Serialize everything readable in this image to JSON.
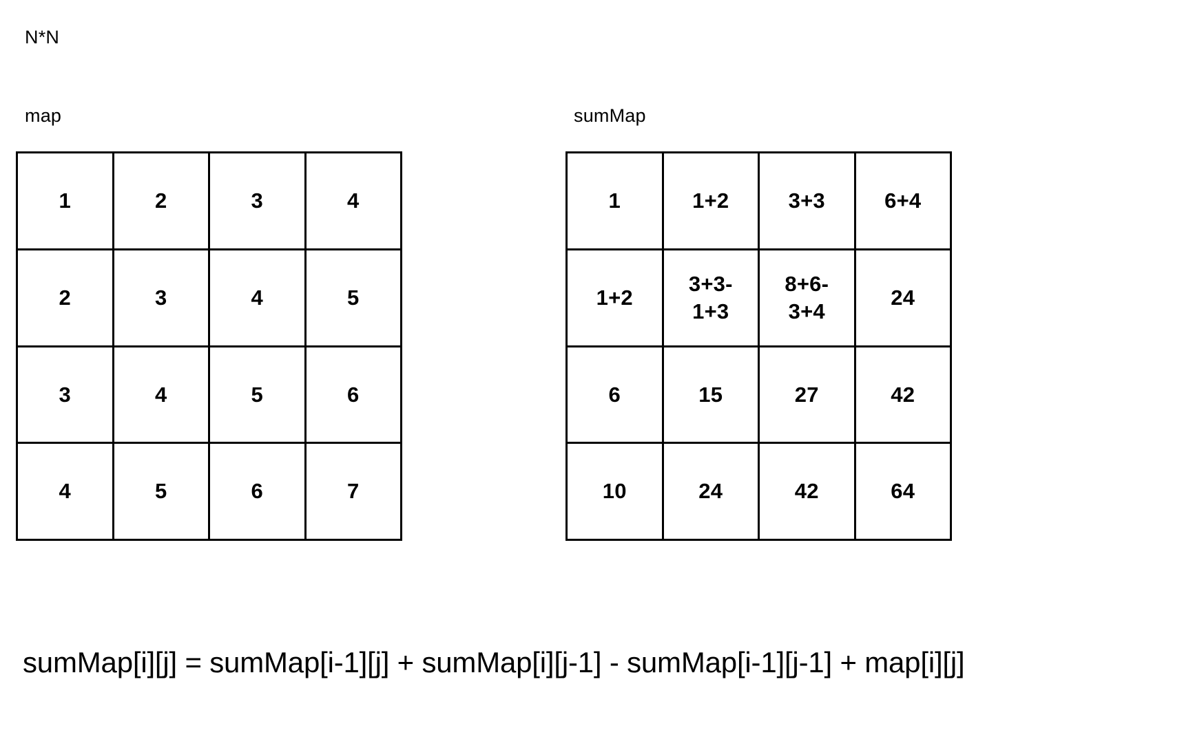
{
  "diagram": {
    "header_label": "N*N",
    "formula": "sumMap[i][j] = sumMap[i-1][j] + sumMap[i][j-1] - sumMap[i-1][j-1] + map[i][j]",
    "colors": {
      "background": "#ffffff",
      "text": "#000000",
      "grid_line": "#000000"
    },
    "grids": [
      {
        "label": "map",
        "rows": 4,
        "cols": 4,
        "cells": [
          "1",
          "2",
          "3",
          "4",
          "2",
          "3",
          "4",
          "5",
          "3",
          "4",
          "5",
          "6",
          "4",
          "5",
          "6",
          "7"
        ]
      },
      {
        "label": "sumMap",
        "rows": 4,
        "cols": 4,
        "cells": [
          "1",
          "1+2",
          "3+3",
          "6+4",
          "1+2",
          "3+3-\n1+3",
          "8+6-\n3+4",
          "24",
          "6",
          "15",
          "27",
          "42",
          "10",
          "24",
          "42",
          "64"
        ]
      }
    ]
  },
  "chart_data": {
    "type": "table",
    "title": "N*N prefix sum (sumMap) construction",
    "annotations": [
      "N*N",
      "sumMap[i][j] = sumMap[i-1][j] + sumMap[i][j-1] - sumMap[i-1][j-1] + map[i][j]"
    ],
    "tables": [
      {
        "name": "map",
        "rows": [
          [
            "1",
            "2",
            "3",
            "4"
          ],
          [
            "2",
            "3",
            "4",
            "5"
          ],
          [
            "3",
            "4",
            "5",
            "6"
          ],
          [
            "4",
            "5",
            "6",
            "7"
          ]
        ]
      },
      {
        "name": "sumMap",
        "rows": [
          [
            "1",
            "1+2",
            "3+3",
            "6+4"
          ],
          [
            "1+2",
            "3+3-1+3",
            "8+6-3+4",
            "24"
          ],
          [
            "6",
            "15",
            "27",
            "42"
          ],
          [
            "10",
            "24",
            "42",
            "64"
          ]
        ]
      }
    ]
  }
}
